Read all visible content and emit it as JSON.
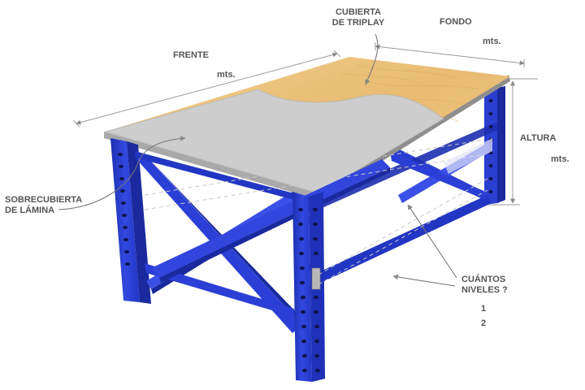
{
  "labels": {
    "frente": "FRENTE",
    "frente_unit": "mts.",
    "cubierta_line1": "CUBIERTA",
    "cubierta_line2": "DE TRIPLAY",
    "fondo": "FONDO",
    "fondo_unit": "mts.",
    "altura": "ALTURA",
    "altura_unit": "mts.",
    "sobrecubierta_line1": "SOBRECUBIERTA",
    "sobrecubierta_line2": "DE LÁMINA",
    "niveles_line1": "CUÁNTOS",
    "niveles_line2": "NIVELES ?",
    "option_1": "1",
    "option_2": "2"
  },
  "colors": {
    "frame_blue": "#2b3fd6",
    "frame_blue_dark": "#1a2a9e",
    "frame_blue_light": "#4d62ee",
    "sheet_top": "#cfcfcf",
    "plywood": "#e9c07a",
    "text": "#555555",
    "leader": "#777777"
  }
}
